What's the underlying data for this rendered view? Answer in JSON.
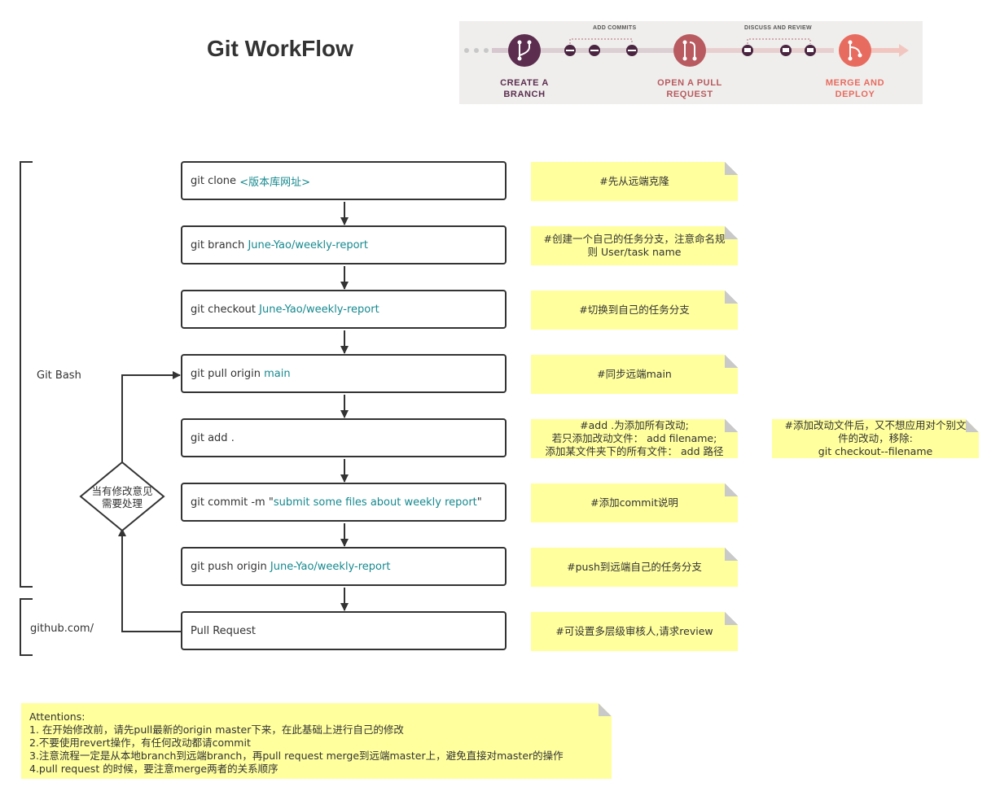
{
  "title": "Git WorkFlow",
  "banner": {
    "create_branch": [
      "CREATE A",
      "BRANCH"
    ],
    "open_pull_request": [
      "OPEN A PULL",
      "REQUEST"
    ],
    "merge_deploy": [
      "MERGE AND",
      "DEPLOY"
    ],
    "add_commits": "ADD COMMITS",
    "discuss_review": "DISCUSS AND REVIEW",
    "colors": {
      "branch": "#5c2d4f",
      "pull": "#b85a5f",
      "merge": "#e86b5f",
      "track": "#d7c7cf"
    }
  },
  "steps": [
    {
      "cmd": "git clone ",
      "arg": "<版本库网址>",
      "suffix": ""
    },
    {
      "cmd": "git branch ",
      "arg": "June-Yao/weekly-report",
      "suffix": ""
    },
    {
      "cmd": "git checkout ",
      "arg": "June-Yao/weekly-report",
      "suffix": ""
    },
    {
      "cmd": "git pull origin ",
      "arg": "main",
      "suffix": ""
    },
    {
      "cmd": "git add .",
      "arg": "",
      "suffix": ""
    },
    {
      "cmd": "git commit -m \"",
      "arg": "submit some files about weekly report",
      "suffix": "\""
    },
    {
      "cmd": "git push origin ",
      "arg": "June-Yao/weekly-report",
      "suffix": ""
    },
    {
      "cmd": "Pull Request",
      "arg": "",
      "suffix": ""
    }
  ],
  "notes": [
    "#先从远端克隆",
    "#创建一个自己的任务分支，注意命名规\n则 User/task name",
    "#切换到自己的任务分支",
    "#同步远端main",
    "#add .为添加所有改动;\n若只添加改动文件： add filename;\n添加某文件夹下的所有文件： add 路径",
    "#添加commit说明",
    "#push到远端自己的任务分支",
    "#可设置多层级审核人,请求review"
  ],
  "extra_note": "#添加改动文件后，又不想应用对个别文\n件的改动，移除:\ngit checkout--filename",
  "decision": [
    "当有修改意见",
    "需要处理"
  ],
  "git_bash_label": "Git Bash",
  "github_label": "github.com/",
  "attention": {
    "heading": "Attentions:",
    "items": [
      "1. 在开始修改前，请先pull最新的origin master下来，在此基础上进行自己的修改",
      "2.不要使用revert操作，有任何改动都请commit",
      "3.注意流程一定是从本地branch到远端branch，再pull request merge到远端master上，避免直接对master的操作",
      "4.pull request 的时候，要注意merge两者的关系顺序"
    ]
  }
}
